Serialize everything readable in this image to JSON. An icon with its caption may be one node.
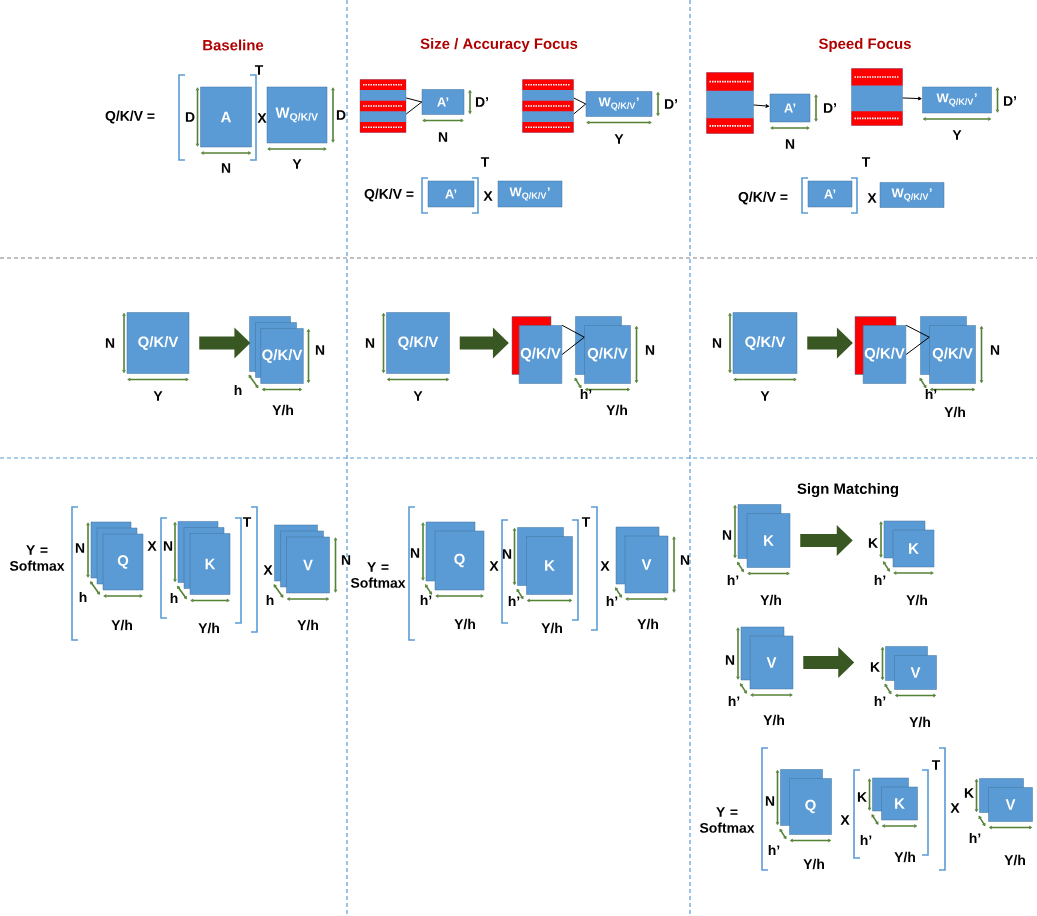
{
  "diagram": {
    "nodes": [
      {
        "text": [
          "A"
        ]
      },
      {
        "text": [
          "W$_{Q/K/V}$"
        ]
      },
      {
        "text": [],
        "shape": "bar"
      },
      {
        "text": [
          "A’"
        ]
      },
      {
        "text": [],
        "shape": "bar"
      },
      {
        "text": [
          "W$_{Q/K/V}$’"
        ]
      },
      {
        "text": [
          "A’"
        ]
      },
      {
        "text": [
          "W$_{Q/K/V}$’"
        ]
      },
      {
        "text": [],
        "shape": "bar"
      },
      {
        "text": [
          "A’"
        ]
      },
      {
        "text": [],
        "shape": "bar"
      },
      {
        "text": [
          "W$_{Q/K/V}$’"
        ]
      },
      {
        "text": [
          "A’"
        ]
      },
      {
        "text": [
          "W$_{Q/K/V}$’"
        ]
      },
      {
        "text": [
          "Q/K/V"
        ]
      },
      {
        "text": [
          "Q/K/V"
        ]
      },
      {
        "text": [
          "Q/K/V"
        ]
      },
      {
        "text": [
          "Q/K/V"
        ]
      },
      {
        "text": [
          "Q/K/V"
        ]
      },
      {
        "text": [
          "Q/K/V"
        ]
      },
      {
        "text": [
          "Q/K/V"
        ]
      },
      {
        "text": [
          "Q/K/V"
        ]
      },
      {
        "text": [
          "Q"
        ]
      },
      {
        "text": [
          "K"
        ]
      },
      {
        "text": [
          "V"
        ]
      },
      {
        "text": [
          "Q"
        ]
      },
      {
        "text": [
          "K"
        ]
      },
      {
        "text": [
          "V"
        ]
      },
      {
        "text": [
          "K"
        ]
      },
      {
        "text": [
          "K"
        ]
      },
      {
        "text": [
          "V"
        ]
      },
      {
        "text": [
          "V"
        ]
      },
      {
        "text": [
          "Q"
        ]
      },
      {
        "text": [
          "K"
        ]
      },
      {
        "text": [
          "V"
        ]
      }
    ],
    "edges": [
      {
        "from": 2,
        "to": 3,
        "arrow": "none"
      },
      {
        "from": 4,
        "to": 5,
        "arrow": "none"
      },
      {
        "from": 8,
        "to": 9,
        "arrow": "to"
      },
      {
        "from": 10,
        "to": 11,
        "arrow": "to"
      },
      {
        "from": 14,
        "to": 15,
        "arrow": "to",
        "style": "thick",
        "color": "#385723"
      },
      {
        "from": 16,
        "to": 17,
        "arrow": "to",
        "style": "thick",
        "color": "#385723"
      },
      {
        "from": 17,
        "to": 18,
        "arrow": "none"
      },
      {
        "from": 19,
        "to": 20,
        "arrow": "to",
        "style": "thick",
        "color": "#385723"
      },
      {
        "from": 20,
        "to": 21,
        "arrow": "none"
      },
      {
        "from": 28,
        "to": 29,
        "arrow": "to",
        "style": "thick",
        "color": "#385723"
      },
      {
        "from": 30,
        "to": 31,
        "arrow": "to",
        "style": "thick",
        "color": "#385723"
      }
    ],
    "labels": [
      "Baseline",
      "Size / Accuracy Focus",
      "Speed Focus",
      "T",
      "Q/K/V =",
      "D",
      "X",
      "D",
      "N",
      "Y",
      "D’",
      "D’",
      "N",
      "Y",
      "T",
      "Q/K/V =",
      "X",
      "D’",
      "D’",
      "N",
      "Y",
      "T",
      "Q/K/V =",
      "X",
      "N",
      "Y",
      "h",
      "N",
      "Y/h",
      "N",
      "Y",
      "h’",
      "N",
      "Y/h",
      "N",
      "Y",
      "h’",
      "N",
      "Y/h",
      "T",
      "Y = Softmax",
      "N",
      "X",
      "N",
      "X",
      "N",
      "h",
      "h",
      "h",
      "Y/h",
      "Y/h",
      "Y/h",
      "T",
      "Y = Softmax",
      "N",
      "X",
      "N",
      "X",
      "N",
      "h’",
      "h’",
      "h’",
      "Y/h",
      "Y/h",
      "Y/h",
      "Sign Matching",
      "N",
      "K",
      "h’",
      "h’",
      "Y/h",
      "Y/h",
      "N",
      "K",
      "h’",
      "h’",
      "Y/h",
      "Y/h",
      "T",
      "Y = Softmax",
      "N",
      "X",
      "K",
      "X",
      "K",
      "h’",
      "h’",
      "h’",
      "Y/h",
      "Y/h",
      "Y/h"
    ]
  }
}
